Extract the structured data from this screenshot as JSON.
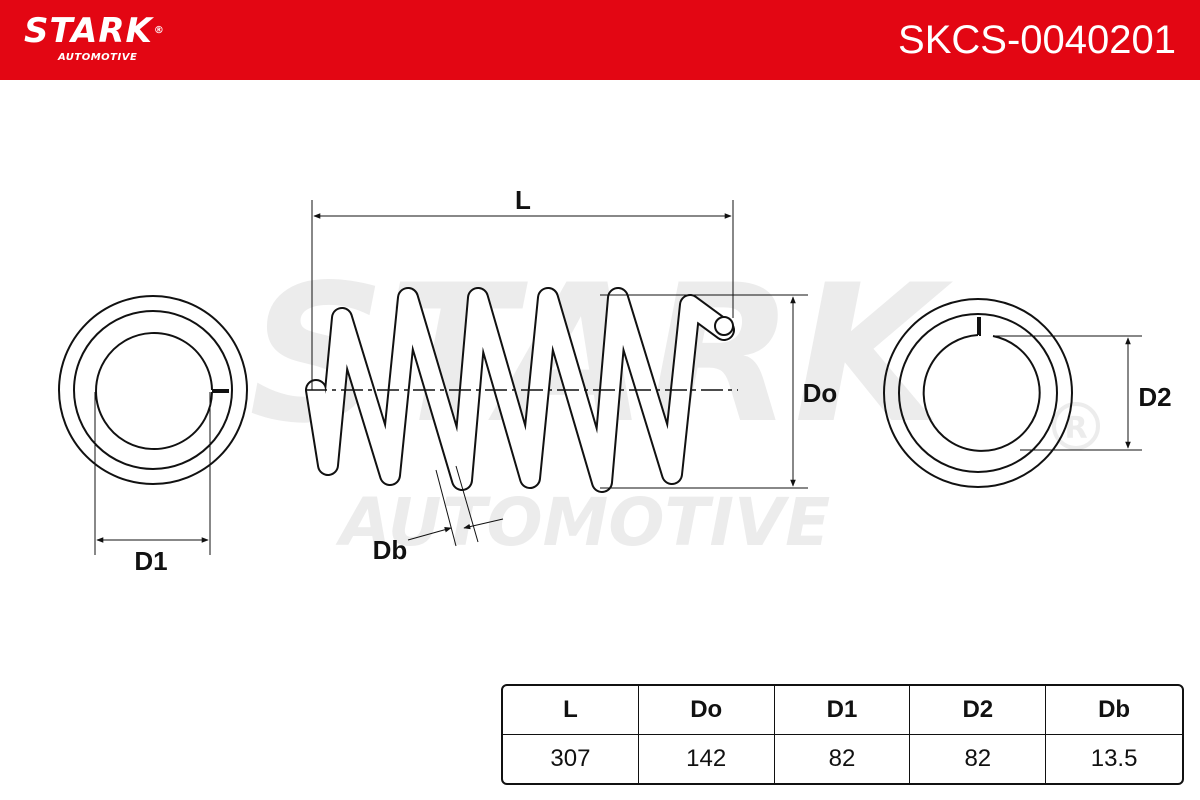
{
  "header": {
    "brand": "STARK",
    "brand_sub": "AUTOMOTIVE",
    "part_number": "SKCS-0040201",
    "color": "#e30613"
  },
  "watermark": {
    "line1": "STARK",
    "line2": "AUTOMOTIVE"
  },
  "labels": {
    "L": "L",
    "Do": "Do",
    "D1": "D1",
    "D2": "D2",
    "Db": "Db"
  },
  "table": {
    "headers": [
      "L",
      "Do",
      "D1",
      "D2",
      "Db"
    ],
    "values": [
      "307",
      "142",
      "82",
      "82",
      "13.5"
    ]
  }
}
